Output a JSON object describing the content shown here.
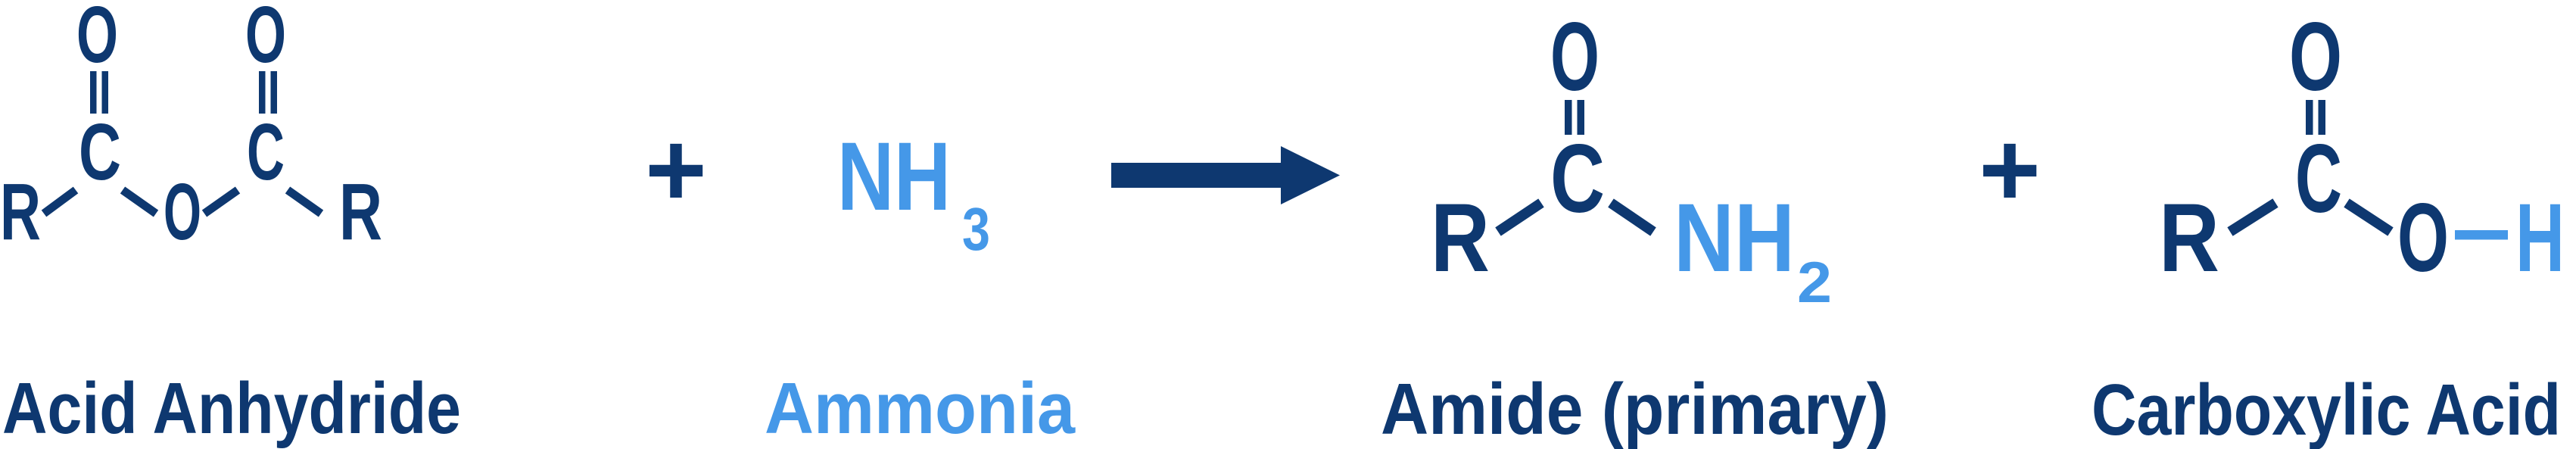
{
  "colors": {
    "navy": "#0e3870",
    "light_blue": "#4598e8",
    "background": "#ffffff"
  },
  "scheme": {
    "reactant_anhydride": {
      "label": "Acid Anhydride",
      "atom_r1": "R",
      "atom_c1": "C",
      "atom_o1_top": "O",
      "atom_o_center": "O",
      "atom_c2": "C",
      "atom_o2_top": "O",
      "atom_r2": "R"
    },
    "plus_1": "+",
    "reactant_ammonia": {
      "label": "Ammonia",
      "formula_main": "NH",
      "formula_subscript": "3"
    },
    "arrow": "reaction-arrow",
    "product_amide": {
      "label": "Amide (primary)",
      "atom_r": "R",
      "atom_c": "C",
      "atom_o_top": "O",
      "group_nh": "NH",
      "group_subscript": "2"
    },
    "plus_2": "+",
    "product_acid": {
      "label": "Carboxylic Acid",
      "atom_r": "R",
      "atom_c": "C",
      "atom_o_top": "O",
      "atom_o_right": "O",
      "atom_h": "H"
    }
  }
}
